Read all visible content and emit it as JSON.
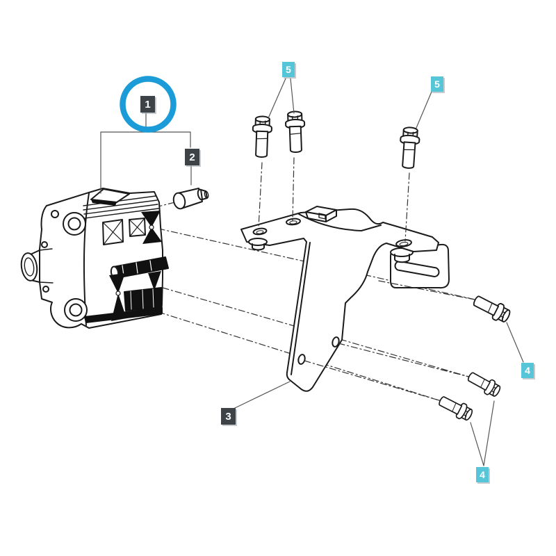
{
  "diagram": {
    "background": "#ffffff",
    "line_color": "#1a1a1a",
    "guide_line_color": "#555555",
    "dash_line_color": "#333333"
  },
  "highlight": {
    "color": "#1b9cd8",
    "highlighted_callout": "1"
  },
  "badges": {
    "dark_bg": "#3d4347",
    "teal_bg": "#56c5d8",
    "text_color": "#ffffff",
    "items": {
      "c1": {
        "label": "1"
      },
      "c2": {
        "label": "2"
      },
      "c3": {
        "label": "3"
      },
      "c4a": {
        "label": "4"
      },
      "c4b": {
        "label": "4"
      },
      "c5a": {
        "label": "5"
      },
      "c5b": {
        "label": "5"
      }
    }
  }
}
